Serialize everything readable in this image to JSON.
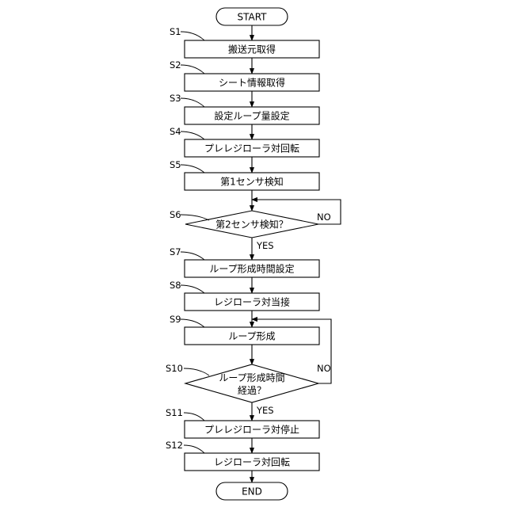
{
  "flowchart": {
    "start": {
      "label": "START"
    },
    "end": {
      "label": "END"
    },
    "steps": [
      {
        "id": "S1",
        "label": "搬送元取得"
      },
      {
        "id": "S2",
        "label": "シート情報取得"
      },
      {
        "id": "S3",
        "label": "設定ループ量設定"
      },
      {
        "id": "S4",
        "label": "プレレジローラ対回転"
      },
      {
        "id": "S5",
        "label": "第1センサ検知"
      },
      {
        "id": "S6",
        "label": "第2センサ検知？",
        "yes": "YES",
        "no": "NO"
      },
      {
        "id": "S7",
        "label": "ループ形成時間設定"
      },
      {
        "id": "S8",
        "label": "レジローラ対当接"
      },
      {
        "id": "S9",
        "label": "ループ形成"
      },
      {
        "id": "S10",
        "label_line1": "ループ形成時間",
        "label_line2": "経過？",
        "yes": "YES",
        "no": "NO"
      },
      {
        "id": "S11",
        "label": "プレレジローラ対停止"
      },
      {
        "id": "S12",
        "label": "レジローラ対回転"
      }
    ]
  }
}
